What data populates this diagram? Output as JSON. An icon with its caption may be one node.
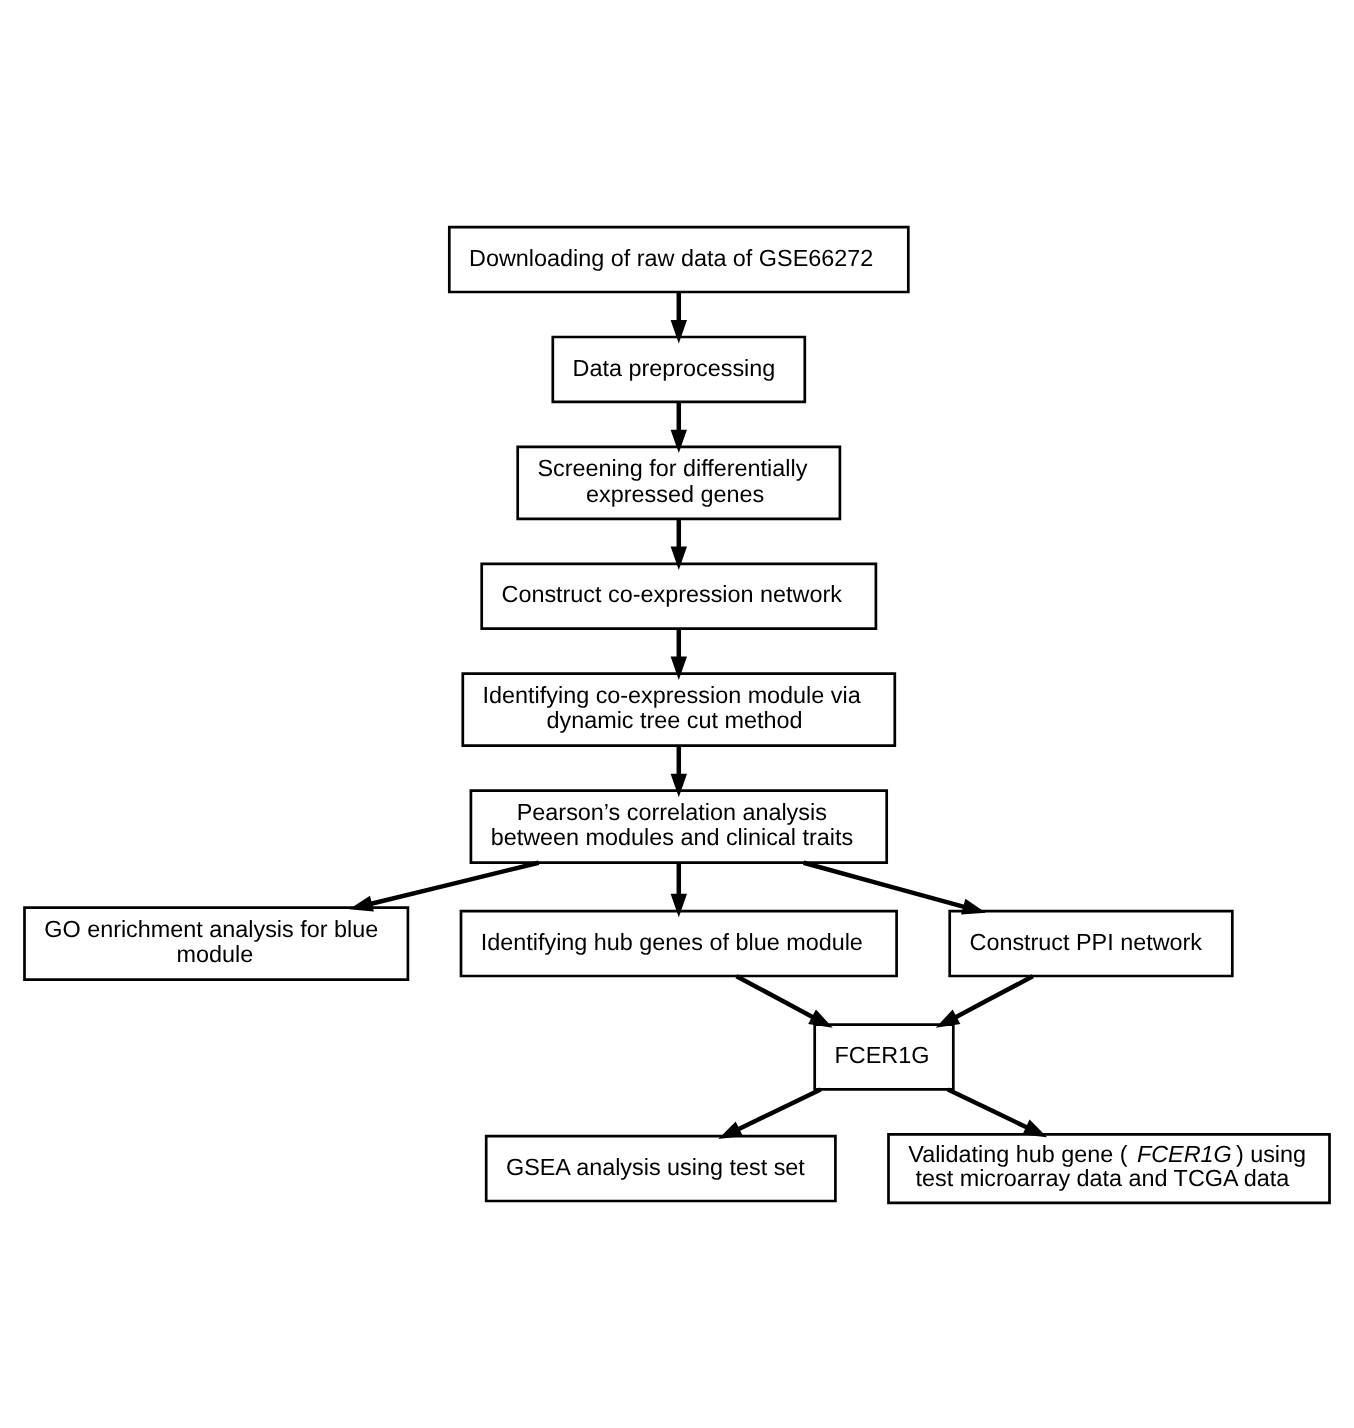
{
  "diagram": {
    "nodes": [
      {
        "text": [
          "Downloading of raw data of GSE66272"
        ]
      },
      {
        "text": [
          "Data preprocessing"
        ]
      },
      {
        "text": [
          "Screening for differentially expressed genes"
        ]
      },
      {
        "text": [
          "Construct co-expression network"
        ]
      },
      {
        "text": [
          "Identifying co-expression module via dynamic tree cut method"
        ]
      },
      {
        "text": [
          "Pearson’s correlation analysis between modules and clinical traits"
        ]
      },
      {
        "text": [
          "GO enrichment analysis for blue module"
        ]
      },
      {
        "text": [
          "Identifying hub genes of blue module"
        ]
      },
      {
        "text": [
          "Construct PPI network"
        ]
      },
      {
        "text": [
          "FCER1G"
        ]
      },
      {
        "text": [
          "GSEA analysis using test set"
        ]
      },
      {
        "text": [
          "Validating hub gene (*FCER1G*) using test microarray data and TCGA data"
        ]
      }
    ],
    "edges": [
      {
        "from": 0,
        "to": 1,
        "arrow": "to"
      },
      {
        "from": 1,
        "to": 2,
        "arrow": "to"
      },
      {
        "from": 2,
        "to": 3,
        "arrow": "to"
      },
      {
        "from": 3,
        "to": 4,
        "arrow": "to"
      },
      {
        "from": 4,
        "to": 5,
        "arrow": "to"
      },
      {
        "from": 5,
        "to": 6,
        "arrow": "to"
      },
      {
        "from": 5,
        "to": 7,
        "arrow": "to"
      },
      {
        "from": 5,
        "to": 8,
        "arrow": "to"
      },
      {
        "from": 7,
        "to": 9,
        "arrow": "to"
      },
      {
        "from": 8,
        "to": 9,
        "arrow": "to"
      },
      {
        "from": 9,
        "to": 10,
        "arrow": "to"
      },
      {
        "from": 9,
        "to": 11,
        "arrow": "to"
      }
    ]
  }
}
